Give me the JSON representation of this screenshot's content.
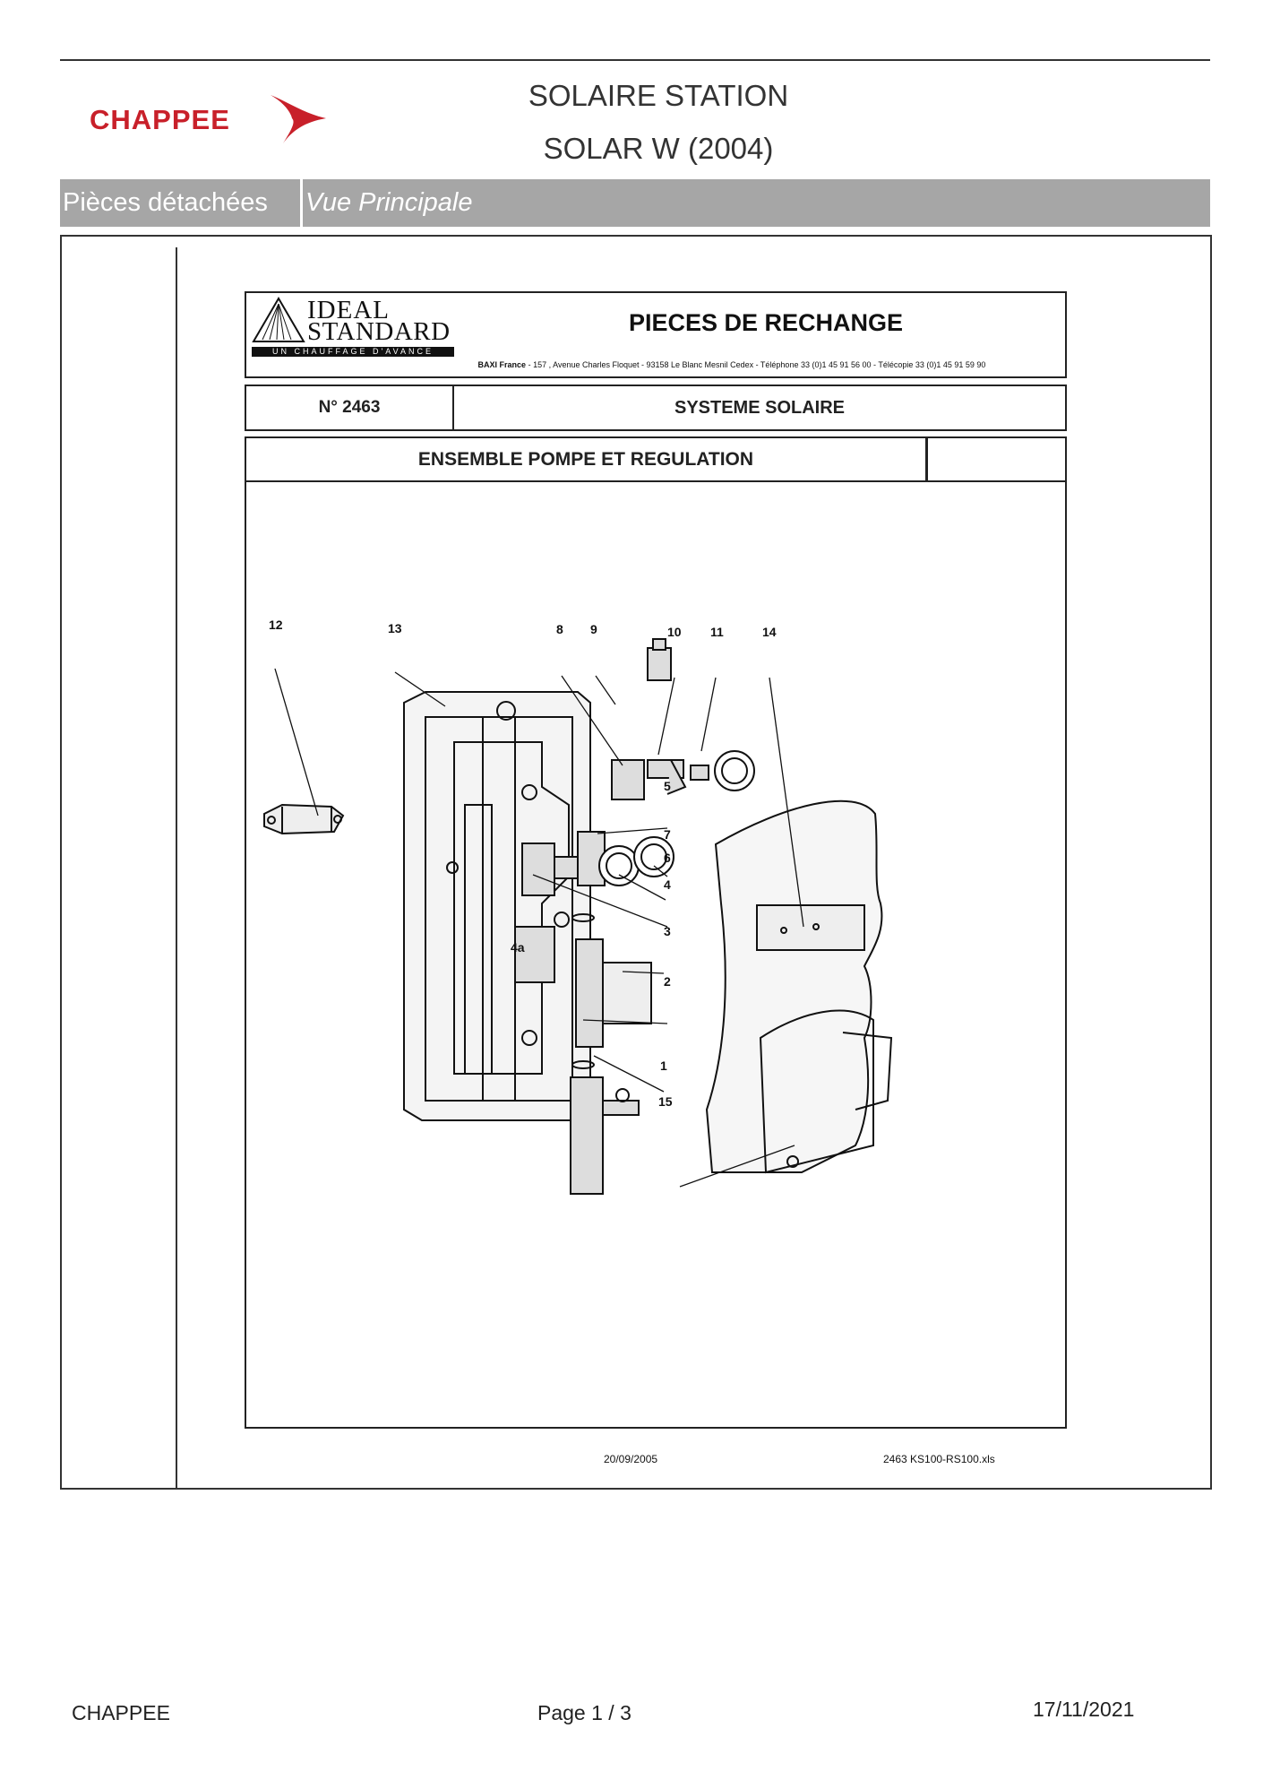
{
  "header": {
    "brand": "CHAPPEE",
    "title_line1": "SOLAIRE STATION",
    "title_line2": "SOLAR W (2004)",
    "colors": {
      "brand_red": "#c8202a",
      "band_gray": "#a6a6a6"
    }
  },
  "band": {
    "section": "Pièces détachées",
    "view": "Vue Principale"
  },
  "sheet": {
    "logo_line1": "IDEAL",
    "logo_line2": "STANDARD",
    "logo_tagline": "UN CHAUFFAGE D'AVANCE",
    "title": "PIECES DE RECHANGE",
    "company": "BAXI France",
    "address": "- 157 ,  Avenue Charles Floquet - 93158 Le Blanc Mesnil Cedex - Téléphone 33 (0)1 45 91 56 00 - Télécopie 33 (0)1 45 91 59 90",
    "number": "N° 2463",
    "system": "SYSTEME SOLAIRE",
    "assembly": "ENSEMBLE POMPE ET REGULATION",
    "callouts": [
      "12",
      "13",
      "8",
      "9",
      "10",
      "11",
      "14",
      "5",
      "7",
      "6",
      "4",
      "4a",
      "3",
      "2",
      "1",
      "15"
    ],
    "date": "20/09/2005",
    "file": "2463 KS100-RS100.xls"
  },
  "footer": {
    "company": "CHAPPEE",
    "page_label": "Page   1  /  3",
    "date": "17/11/2021"
  }
}
